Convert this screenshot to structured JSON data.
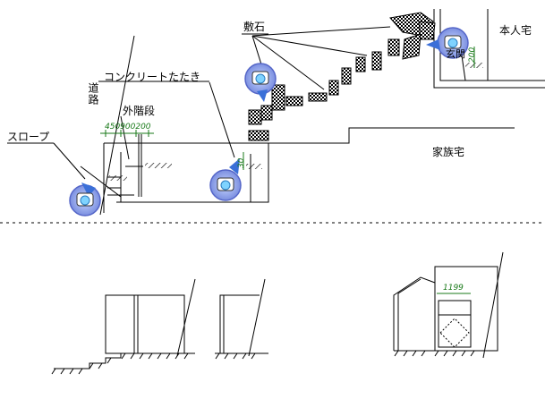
{
  "labels": {
    "road": "道路",
    "concrete": "コンクリートたたき",
    "outer_stairs": "外階段",
    "slope": "スロープ",
    "paving_stones": "敷石",
    "main_house": "本人宅",
    "family_house": "家族宅",
    "entrance": "玄関"
  },
  "dimensions": {
    "stairs_widths": "450900200",
    "step_height": "30",
    "entrance_step": "200",
    "elevation_width": "1199"
  },
  "colors": {
    "line": "#000000",
    "dimension": "#1a7a1a",
    "camera_ring": "#6b7fd7",
    "camera_arrow": "#3a6fd8",
    "pattern": "#000000"
  },
  "icons": [
    "camera-icon",
    "camera-icon",
    "camera-icon",
    "camera-icon"
  ]
}
